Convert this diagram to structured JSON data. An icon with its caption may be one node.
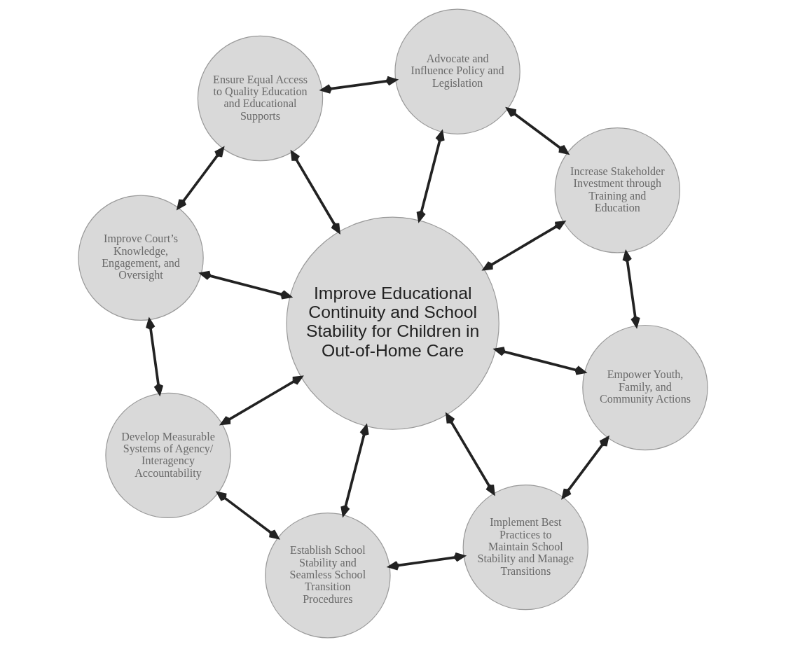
{
  "diagram": {
    "nodes": [
      {
        "text": [
          "Improve Educational Continuity and School Stability for Children in Out-of-Home Care"
        ]
      },
      {
        "text": [
          "Empower Youth, Family, and Community Actions"
        ]
      },
      {
        "text": [
          "Increase Stakeholder Investment through Training and Education"
        ]
      },
      {
        "text": [
          "Advocate and Influence Policy and Legislation"
        ]
      },
      {
        "text": [
          "Ensure Equal Access to Quality Education and Educational Supports"
        ]
      },
      {
        "text": [
          "Improve Court’s Knowledge, Engagement, and Oversight"
        ]
      },
      {
        "text": [
          "Develop Measurable Systems of Agency/ Interagency Accountability"
        ]
      },
      {
        "text": [
          "Establish School Stability and Seamless School Transition Procedures"
        ]
      },
      {
        "text": [
          "Implement Best Practices to Maintain School Stability and Manage Transitions"
        ]
      }
    ],
    "edges": [
      {
        "from": 8,
        "to": 1,
        "arrow": "both"
      },
      {
        "from": 1,
        "to": 2,
        "arrow": "both"
      },
      {
        "from": 1,
        "to": 0,
        "arrow": "both"
      },
      {
        "from": 8,
        "to": 0,
        "arrow": "both"
      },
      {
        "from": 2,
        "to": 0,
        "arrow": "both"
      },
      {
        "from": 8,
        "to": 7,
        "arrow": "both"
      },
      {
        "from": 2,
        "to": 3,
        "arrow": "both"
      },
      {
        "from": 7,
        "to": 0,
        "arrow": "both"
      },
      {
        "from": 0,
        "to": 3,
        "arrow": "both"
      },
      {
        "from": 7,
        "to": 6,
        "arrow": "both"
      },
      {
        "from": 3,
        "to": 4,
        "arrow": "both"
      },
      {
        "from": 6,
        "to": 0,
        "arrow": "both"
      },
      {
        "from": 0,
        "to": 4,
        "arrow": "both"
      },
      {
        "from": 0,
        "to": 5,
        "arrow": "both"
      },
      {
        "from": 6,
        "to": 5,
        "arrow": "both"
      },
      {
        "from": 5,
        "to": 4,
        "arrow": "both"
      }
    ]
  }
}
